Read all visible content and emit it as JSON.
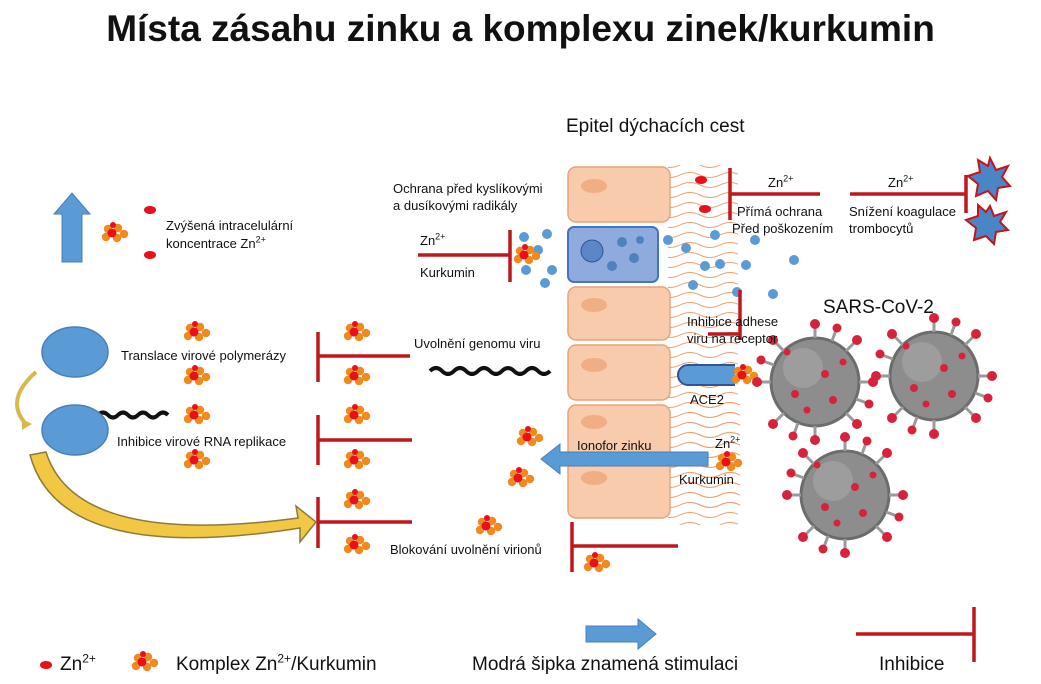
{
  "title": "Místa zásahu zinku a komplexu zinek/kurkumin",
  "epithelium_label": "Epitel dýchacích cest",
  "virus_label": "SARS-CoV-2",
  "zn": "Zn",
  "zn_charge": "2+",
  "increase": {
    "line1": "Zvýšená intracelulární",
    "line2": "koncentrace  Zn"
  },
  "oxidative": {
    "line1": "Ochrana před kyslíkovými",
    "line2": "a dusíkovými radikály"
  },
  "curcumin": "Kurkumin",
  "direct_protection": {
    "line1": "Přímá ochrana",
    "line2": "Před poškozením"
  },
  "coagulation": {
    "line1": "Snížení koagulace",
    "line2": "trombocytů"
  },
  "adhesion": {
    "line1": "Inhibice adhese",
    "line2": "viru na receptor"
  },
  "ace2": "ACE2",
  "genome_release": "Uvolnění genomu viru",
  "translation": "Translace virové polymerázy",
  "replication": "Inhibice virové RNA replikace",
  "ionophore": "Ionofor zinku",
  "virion_release": "Blokování uvolnění virionů",
  "legend": {
    "zn": "Zn",
    "complex": "Komplex Zn",
    "complex_suffix": "/Kurkumin",
    "stimulation": "Modrá šipka znamená stimulaci",
    "inhibition": "Inhibice"
  },
  "colors": {
    "inhibit": "#c0161c",
    "stimulate": "#5b9bd5",
    "cell": "#f8cbad",
    "zinc": "#e8101a",
    "complex": "#f08a1e"
  }
}
